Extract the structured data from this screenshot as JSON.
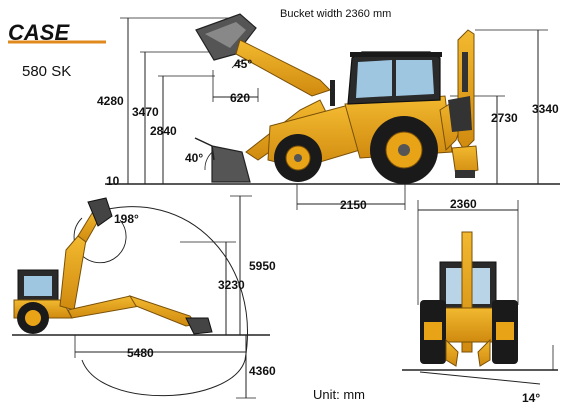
{
  "brand": {
    "logo_text": "CASE",
    "model": "580 SK"
  },
  "notes": {
    "bucket_width": "Bucket width 2360 mm",
    "unit": "Unit: mm"
  },
  "side_view_dims": {
    "overall_height_front": "4280",
    "dump_height": "3470",
    "loader_clearance": "2840",
    "dump_angle": "45°",
    "dump_reach": "620",
    "rollback_angle": "40°",
    "dig_depth_loader": "10",
    "wheelbase": "2150",
    "cab_height": "2730",
    "backhoe_height": "3340"
  },
  "backhoe_view_dims": {
    "swing_angle": "198°",
    "max_height": "5950",
    "loading_height": "3230",
    "reach": "5480",
    "dig_depth": "4360"
  },
  "rear_view_dims": {
    "width": "2360",
    "slope_angle": "14°"
  },
  "colors": {
    "machine_yellow": "#e8a317",
    "dark": "#1a1a1a",
    "glass": "#9fc6e0",
    "logo_orange": "#e08a1e"
  }
}
